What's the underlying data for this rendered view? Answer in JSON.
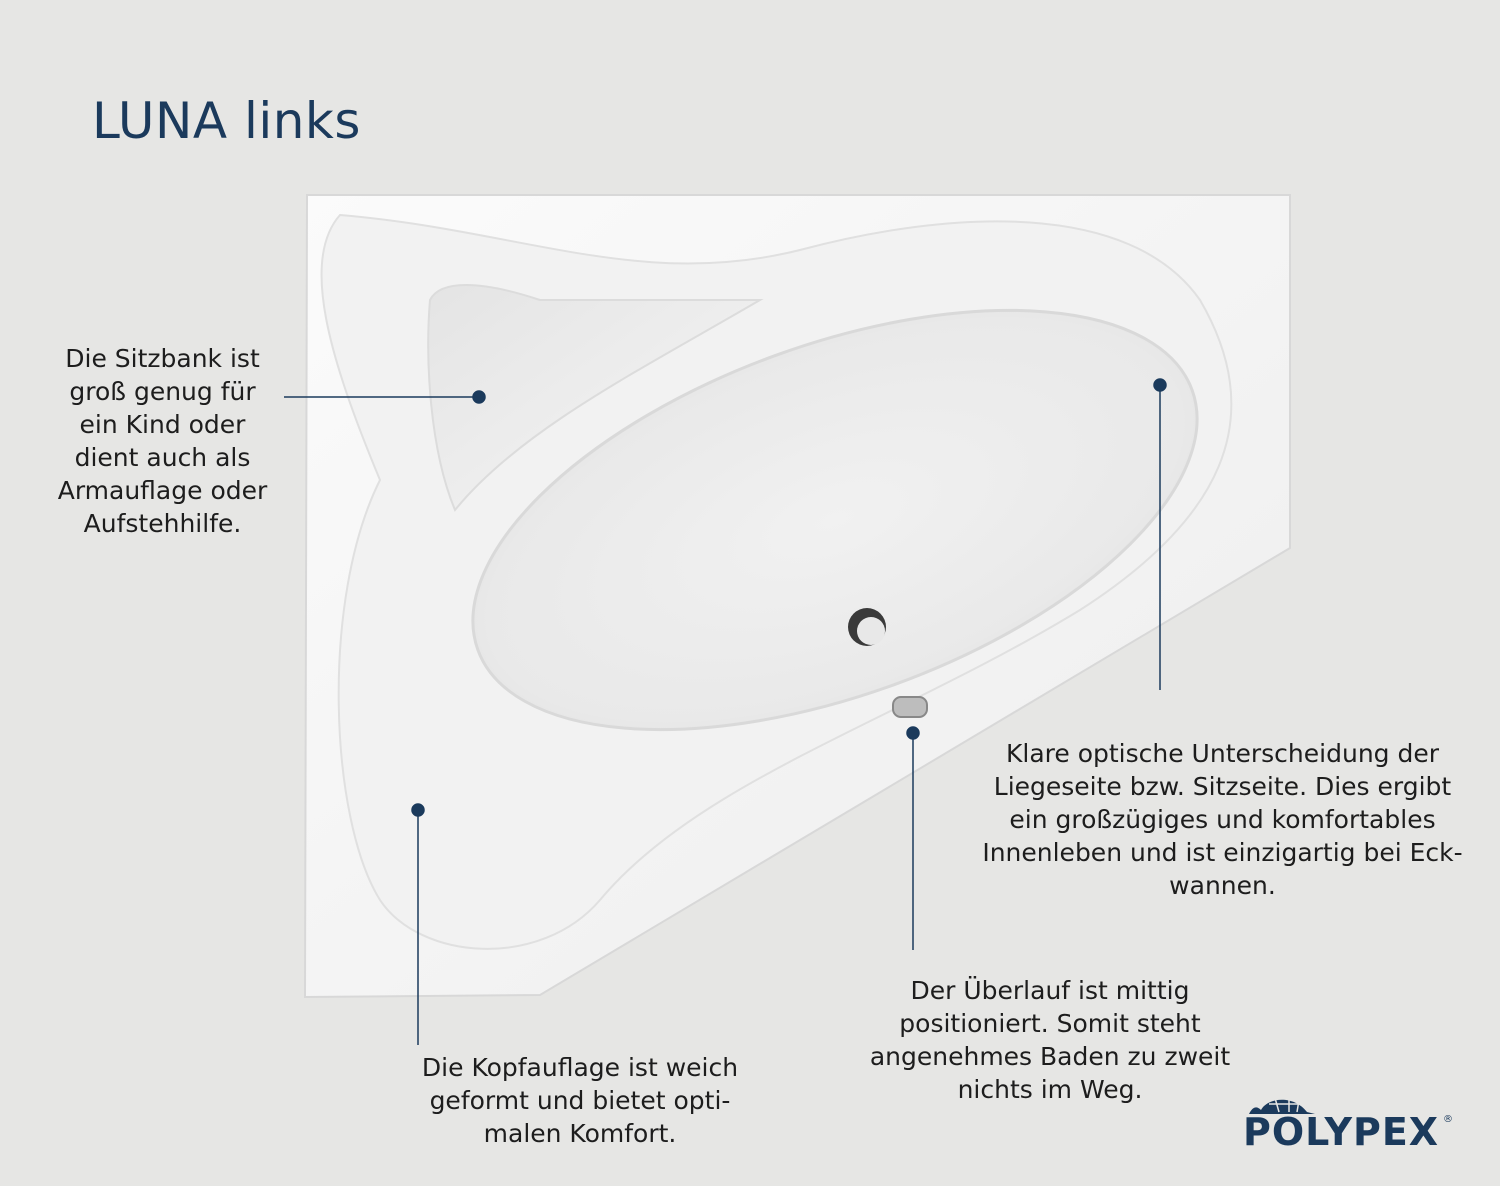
{
  "title": "LUNA links",
  "callouts": {
    "seat": "Die Sitzbank ist\ngroß genug für\nein Kind oder\ndient auch als\nArmauflage oder\nAufstehhilfe.",
    "sides": "Klare optische Unterscheidung der\nLiegeseite bzw. Sitzseite. Dies ergibt\nein großzügiges und komfortables\nInnenleben und ist einzigartig bei Eck-\nwannen.",
    "overflow": "Der Überlauf ist mittig\npositioniert. Somit steht\nangenehmes Baden zu zweit\nnichts im Weg.",
    "headrest": "Die Kopfauflage ist weich\ngeformt und bietet opti-\nmalen Komfort."
  },
  "logo": {
    "text": "POLYPEX",
    "reg": "®"
  },
  "colors": {
    "accent": "#1b3a5c",
    "background": "#e6e6e4"
  }
}
